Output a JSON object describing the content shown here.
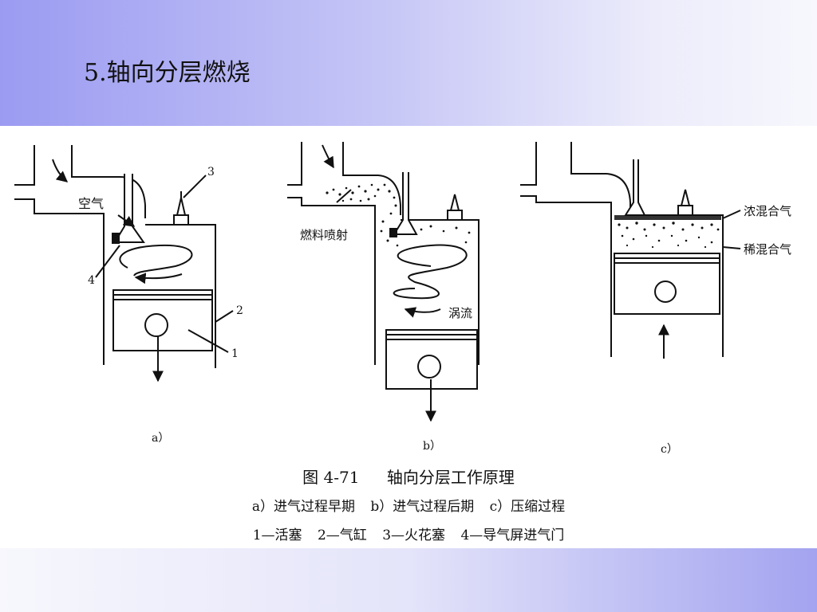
{
  "slide": {
    "title": "5.轴向分层燃烧"
  },
  "figure": {
    "panel_a": {
      "label": "a）",
      "air_label": "空气",
      "num_1": "1",
      "num_2": "2",
      "num_3": "3",
      "num_4": "4"
    },
    "panel_b": {
      "label": "b）",
      "fuel_label": "燃料喷射",
      "swirl_label": "涡流"
    },
    "panel_c": {
      "label": "c）",
      "rich_label": "浓混合气",
      "lean_label": "稀混合气"
    },
    "caption": {
      "figure_no": "图 4-71",
      "title": "轴向分层工作原理",
      "sub_a": "a）进气过程早期",
      "sub_b": "b）进气过程后期",
      "sub_c": "c）压缩过程",
      "part_1": "1—活塞",
      "part_2": "2—气缸",
      "part_3": "3—火花塞",
      "part_4": "4—导气屏进气门"
    }
  },
  "colors": {
    "band_left": "#9b9bf2",
    "band_right": "#f7f7fd",
    "ink": "#111111"
  }
}
